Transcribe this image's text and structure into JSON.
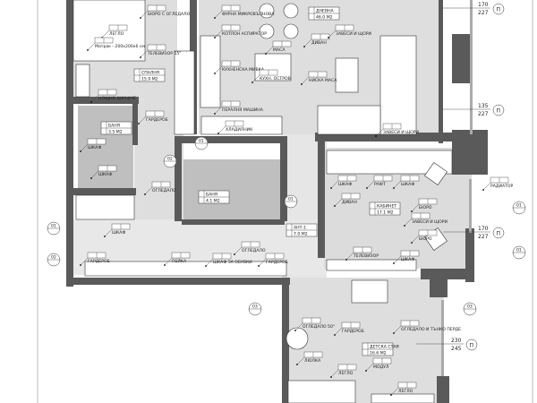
{
  "plan": {
    "rooms": [
      {
        "name": "СПАЛНЯ",
        "area": "15.9 М2"
      },
      {
        "name": "БАНЯ",
        "area": "3.5 М2"
      },
      {
        "name": "БАНЯ",
        "area": "4.1 М2"
      },
      {
        "name": "ДНЕВНА",
        "area": "46.0 М2"
      },
      {
        "name": "КАБИНЕТ",
        "area": "17.1 М2"
      },
      {
        "name": "ДЕТСКА СТАЯ",
        "area": "16.6 М2"
      },
      {
        "name": "АНТ-1",
        "area": "7.0 М2"
      }
    ],
    "labels": [
      "ЛЕГЛО",
      "Матрак - 200x200x6 см",
      "БЮРО С ОГЛЕДАЛО",
      "ТЕЛЕВИЗОР 55\"",
      "НОЩНО ШКАФЧЕ",
      "ГАРДЕРОБ",
      "ФУРНА МИКРОВЪЛНОВА",
      "КОТЛОН АСПИРАТОР",
      "КУХНЕНСКА МИВКА",
      "МАСА",
      "КУХН. ОСТРОВ",
      "ПЕРАЛНЯ МАШИНА",
      "ХЛАДИЛНИК",
      "ДИВАН",
      "НИСКА МАСА",
      "ЗАВЕСИ И ЩОРИ",
      "ЗАВЕСИ И ЩОРИ",
      "ШКАФ",
      "ШКАФ",
      "ОГЛЕДАЛО",
      "ОГЛЕДАЛО",
      "ГАРДЕРОБ",
      "ПЕЙКА",
      "ШКАФ ЗА ОБУВКИ",
      "ГАРДЕРОБ",
      "ШКАФ",
      "РАФТ",
      "ШКАФ",
      "ДИВАН",
      "БЮРО",
      "ЗАВЕСИ И ЩОРИ",
      "БЮРО",
      "ТЕЛЕВИЗОР",
      "ШКАФ",
      "РАДИАТОР",
      "ОГЛЕДАЛО 50\"",
      "ГАРДЕРОБ",
      "ОГЛЕДАЛО И ТЪНКО ПЕРДЕ",
      "ЛЮЛКА",
      "ЛЕГЛО",
      "МОДУЛ",
      "ЛЕГЛО",
      "ШКАФ"
    ],
    "dimensions": [
      {
        "top": "170",
        "bottom": "227",
        "tag": "П"
      },
      {
        "top": "135",
        "bottom": "227",
        "tag": "П"
      },
      {
        "top": "170",
        "bottom": "227",
        "tag": "П"
      },
      {
        "top": "230",
        "bottom": "245",
        "tag": "П"
      }
    ],
    "section_marks": [
      "01",
      "02",
      "01",
      "02",
      "01",
      "01",
      "01",
      "03",
      "03"
    ],
    "colors": {
      "wall": "#5a5a5a",
      "floor": "#dedede",
      "wet": "#bfbfbf",
      "furniture": "#ffffff"
    }
  }
}
